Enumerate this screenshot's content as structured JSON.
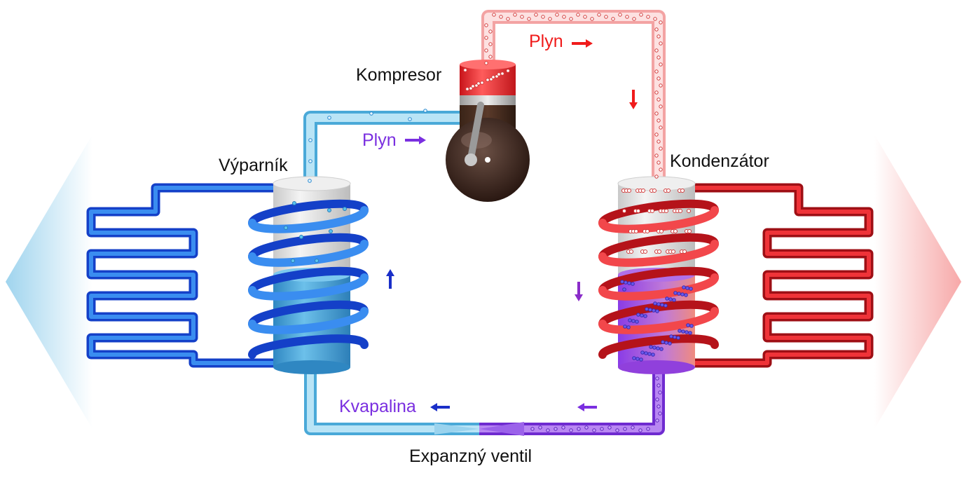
{
  "labels": {
    "compressor": "Kompresor",
    "gas_hot": "Plyn",
    "gas_cold": "Plyn",
    "evaporator": "Výparník",
    "condenser": "Kondenzátor",
    "liquid": "Kvapalina",
    "expansion_valve": "Expanzný ventil"
  },
  "colors": {
    "cold": "#1a6fe6",
    "cold_light": "#9ad3ee",
    "hot": "#e8262b",
    "hot_light": "#f6b9b9",
    "liquid_purple": "#8a3ce6",
    "text_red": "#f01b1b",
    "text_purple": "#7a2fe0",
    "text_dark": "#111111"
  },
  "icons": [
    "arrow-right-icon",
    "arrow-down-icon",
    "arrow-up-icon",
    "arrow-left-icon"
  ]
}
